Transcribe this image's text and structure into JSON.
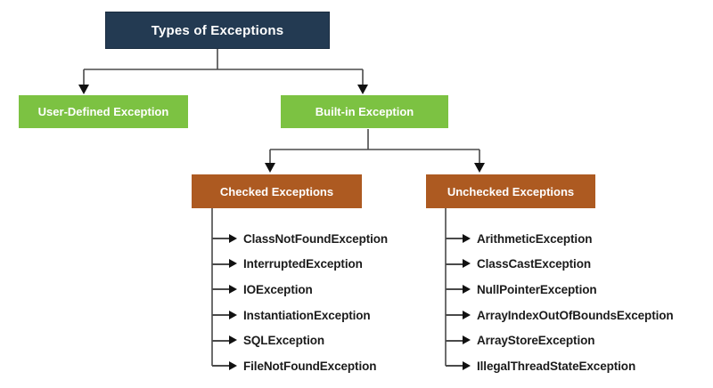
{
  "diagram": {
    "root": {
      "label": "Types of Exceptions"
    },
    "level1": [
      {
        "label": "User-Defined Exception"
      },
      {
        "label": "Built-in Exception"
      }
    ],
    "level2": [
      {
        "label": "Checked Exceptions",
        "items": [
          "ClassNotFoundException",
          "InterruptedException",
          "IOException",
          "InstantiationException",
          "SQLException",
          "FileNotFoundException"
        ]
      },
      {
        "label": "Unchecked Exceptions",
        "items": [
          "ArithmeticException",
          "ClassCastException",
          "NullPointerException",
          "ArrayIndexOutOfBoundsException",
          "ArrayStoreException",
          "IllegalThreadStateException"
        ]
      }
    ],
    "colors": {
      "root_bg": "#233a52",
      "level1_bg": "#7cc242",
      "level2_bg": "#ad5a21",
      "connector": "#4a4a4a",
      "arrow": "#111111",
      "text_light": "#ffffff",
      "text_dark": "#1b1b1b"
    }
  }
}
